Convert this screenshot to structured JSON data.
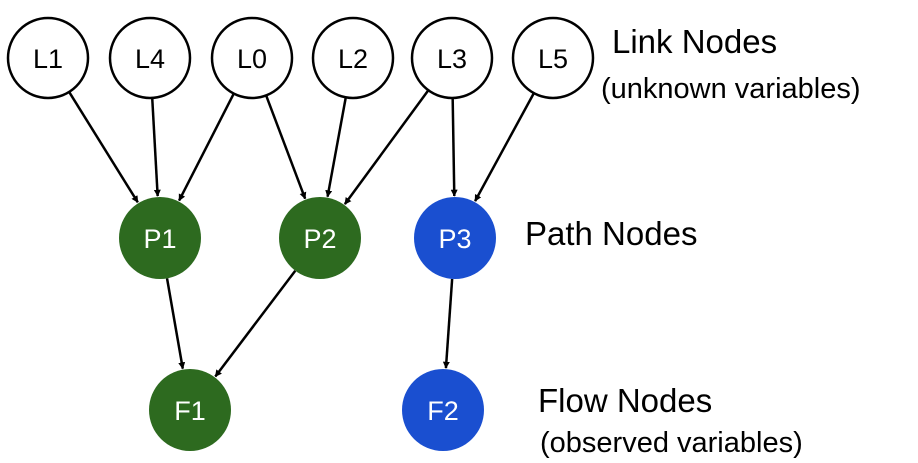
{
  "labels": {
    "link_title": "Link Nodes",
    "link_subtitle": "(unknown variables)",
    "path_title": "Path Nodes",
    "flow_title": "Flow Nodes",
    "flow_subtitle": "(observed variables)"
  },
  "colors": {
    "green": "#2d6a1f",
    "blue": "#1a4fd0",
    "link_fill": "#ffffff",
    "stroke": "#000000"
  },
  "nodes": [
    {
      "id": "L1",
      "label": "L1",
      "kind": "link"
    },
    {
      "id": "L4",
      "label": "L4",
      "kind": "link"
    },
    {
      "id": "L0",
      "label": "L0",
      "kind": "link"
    },
    {
      "id": "L2",
      "label": "L2",
      "kind": "link"
    },
    {
      "id": "L3",
      "label": "L3",
      "kind": "link"
    },
    {
      "id": "L5",
      "label": "L5",
      "kind": "link"
    },
    {
      "id": "P1",
      "label": "P1",
      "kind": "path",
      "color": "green"
    },
    {
      "id": "P2",
      "label": "P2",
      "kind": "path",
      "color": "green"
    },
    {
      "id": "P3",
      "label": "P3",
      "kind": "path",
      "color": "blue"
    },
    {
      "id": "F1",
      "label": "F1",
      "kind": "flow",
      "color": "green"
    },
    {
      "id": "F2",
      "label": "F2",
      "kind": "flow",
      "color": "blue"
    }
  ],
  "edges": [
    {
      "from": "L1",
      "to": "P1"
    },
    {
      "from": "L4",
      "to": "P1"
    },
    {
      "from": "L0",
      "to": "P1"
    },
    {
      "from": "L0",
      "to": "P2"
    },
    {
      "from": "L2",
      "to": "P2"
    },
    {
      "from": "L3",
      "to": "P2"
    },
    {
      "from": "L3",
      "to": "P3"
    },
    {
      "from": "L5",
      "to": "P3"
    },
    {
      "from": "P1",
      "to": "F1"
    },
    {
      "from": "P2",
      "to": "F1"
    },
    {
      "from": "P3",
      "to": "F2"
    }
  ]
}
